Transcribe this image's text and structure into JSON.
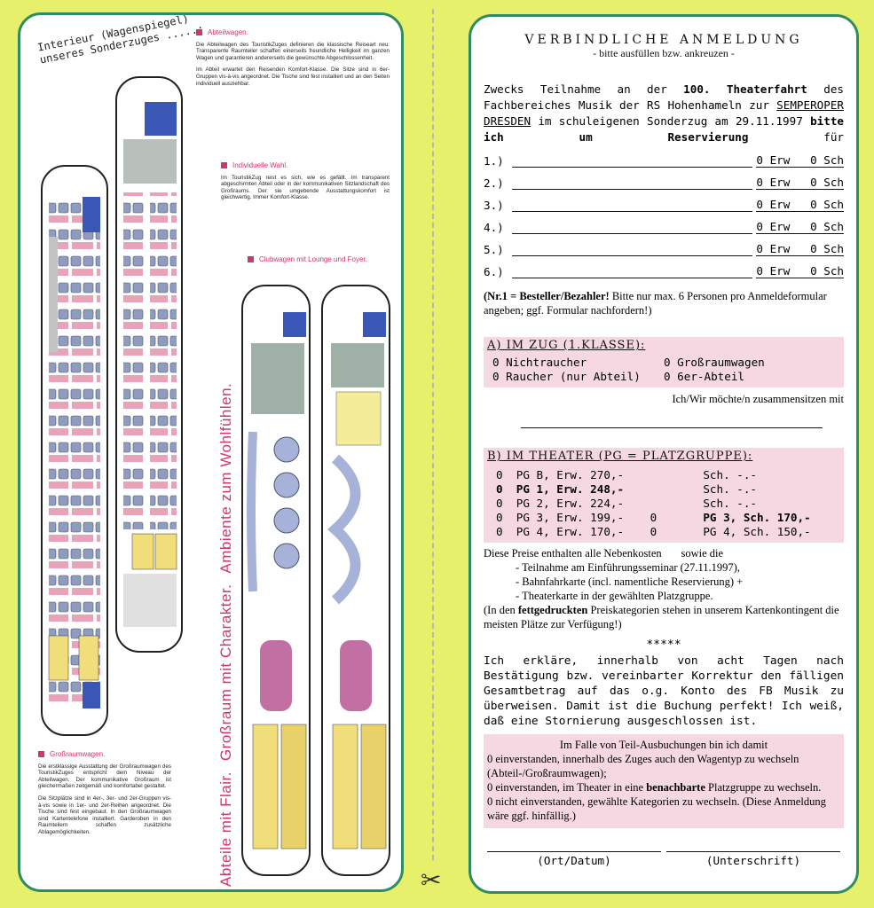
{
  "left": {
    "interior_title_line1": "Interieur (Wagenspiegel)",
    "interior_title_line2": "unseres Sonderzuges .....:",
    "abteil_heading": "Abteilwagen.",
    "abteil_text1": "Die Abteilwagen des TouristikZuges definieren die klassische Reiseart neu: Transparente Raumteiler schaffen einerseits freundliche Helligkeit im ganzen Wagen und garantieren andererseits die gewünschte Abgeschlossenheit.",
    "abteil_text2": "Im Abteil erwartet den Reisenden Komfort-Klasse. Die Sitze sind in 6er-Gruppen vis-à-vis angeordnet. Die Tische sind fest installiert und an den Seiten individuell ausziehbar.",
    "wahl_heading": "Individuelle Wahl.",
    "wahl_text": "Im TouristikZug reist es sich, wie es gefällt. Im transparent abgeschirmten Abteil oder in der kommunikativen Sitzlandschaft des Großraums. Der sie umgebende Ausstattungskomfort ist gleichwertig. Immer Komfort-Klasse.",
    "club_heading": "Clubwagen mit Lounge und Foyer.",
    "gross_heading": "Großraumwagen.",
    "gross_text1": "Die erstklassige Ausstattung der Großraumwagen des TouristikZuges entspricht dem Niveau der Abteilwagen. Der kommunikative Großraum ist gleichermaßen zeitgemäß und komfortabel gestaltet.",
    "gross_text2": "Die Sitzplätze sind in 4er-, 3er- und 2er-Gruppen vis-à-vis sowie in 1er- und 2er-Reihen angeordnet. Die Tische sind fest eingebaut. In den Großraumwagen sind Kartentelefone installiert. Garderoben in den Raumteilern schaffen zusätzliche Ablagemöglichkeiten.",
    "slogan1": "Abteile mit Flair.",
    "slogan2": "Großraum mit Charakter.",
    "slogan3": "Ambiente zum Wohlfühlen."
  },
  "form": {
    "title": "VERBINDLICHE ANMELDUNG",
    "subtitle": "- bitte ausfüllen bzw. ankreuzen -",
    "intro_1": "Zwecks Teilnahme an der ",
    "intro_2": "100. Theaterfahrt",
    "intro_3": " des Fachbereiches Musik der RS Hohenhameln zur ",
    "intro_4": "SEMPEROPER DRESDEN",
    "intro_5": " im schuleigenen Sonderzug am 29.11.1997 ",
    "intro_6": "bitte ich um Reservierung",
    "intro_7": " für",
    "persons": [
      {
        "num": "1.)",
        "vals": "0 Erw   0 Sch"
      },
      {
        "num": "2.)",
        "vals": "0 Erw   0 Sch"
      },
      {
        "num": "3.)",
        "vals": "0 Erw   0 Sch"
      },
      {
        "num": "4.)",
        "vals": "0 Erw   0 Sch"
      },
      {
        "num": "5.)",
        "vals": "0 Erw   0 Sch"
      },
      {
        "num": "6.)",
        "vals": "0 Erw   0 Sch"
      }
    ],
    "note_bold": "(Nr.1 = Besteller/Bezahler!",
    "note_rest": " Bitte nur max. 6 Personen pro Anmeldeformular angeben; ggf. Formular nachfordern!)",
    "sec_a": "A) IM ZUG (1.KLASSE):",
    "a_opts": [
      "0 Nichtraucher",
      "0 Großraumwagen",
      "0 Raucher (nur Abteil)",
      "0 6er-Abteil"
    ],
    "together": "Ich/Wir möchte/n zusammensitzen mit",
    "sec_b": "B) IM THEATER (PG = PLATZGRUPPE):",
    "prices": [
      {
        "c1": "0  PG B, Erw. 270,-",
        "c2": "",
        "c3": "Sch. -.-",
        "b1": false,
        "b3": false
      },
      {
        "c1": "0  PG 1, Erw. 248,-",
        "c2": "",
        "c3": "Sch. -.-",
        "b1": true,
        "b3": false
      },
      {
        "c1": "0  PG 2, Erw. 224,-",
        "c2": "",
        "c3": "Sch. -.-",
        "b1": false,
        "b3": false
      },
      {
        "c1": "0  PG 3, Erw. 199,-",
        "c2": "0",
        "c3": "PG 3, Sch. 170,-",
        "b1": false,
        "b3": true
      },
      {
        "c1": "0  PG 4, Erw. 170,-",
        "c2": "0",
        "c3": "PG 4, Sch. 150,-",
        "b1": false,
        "b3": false
      }
    ],
    "incl": "Diese Preise enthalten alle Nebenkosten       sowie die",
    "bullets": [
      "Teilnahme am Einführungsseminar (27.11.1997),",
      "Bahnfahrkarte (incl. namentliche Reservierung) +",
      "Theaterkarte in der gewählten Platzgruppe."
    ],
    "bold_note_1": "(In den ",
    "bold_note_2": "fettgedruckten",
    "bold_note_3": " Preiskategorien stehen in unserem Kartenkontingent die meisten Plätze zur Verfügung!)",
    "stars": "*****",
    "declare": "Ich erkläre, innerhalb von acht Tagen nach Bestätigung bzw. vereinbarter Korrektur den fälligen Gesamtbetrag auf das o.g. Konto des FB Musik zu überweisen. Damit ist die Buchung perfekt! Ich weiß, daß eine Stornierung ausgeschlossen ist.",
    "partial_head": "Im Falle von Teil-Ausbuchungen bin ich damit",
    "partial_1": "0  einverstanden, innerhalb des Zuges auch den Wagentyp zu wechseln (Abteil-/Großraumwagen);",
    "partial_2a": "0  einverstanden, im Theater in eine ",
    "partial_2b": "benachbarte",
    "partial_2c": " Platzgruppe zu wechseln.",
    "partial_3": "0  nicht einverstanden, gewählte Kategorien zu wechseln. (Diese Anmeldung wäre ggf. hinfällig.)",
    "sig_left": "(Ort/Datum)",
    "sig_right": "(Unterschrift)"
  },
  "colors": {
    "background": "#e6f06a",
    "border": "#2f8b64",
    "accent_pink": "#d6336c",
    "highlight_pink": "#f5d8e2"
  }
}
